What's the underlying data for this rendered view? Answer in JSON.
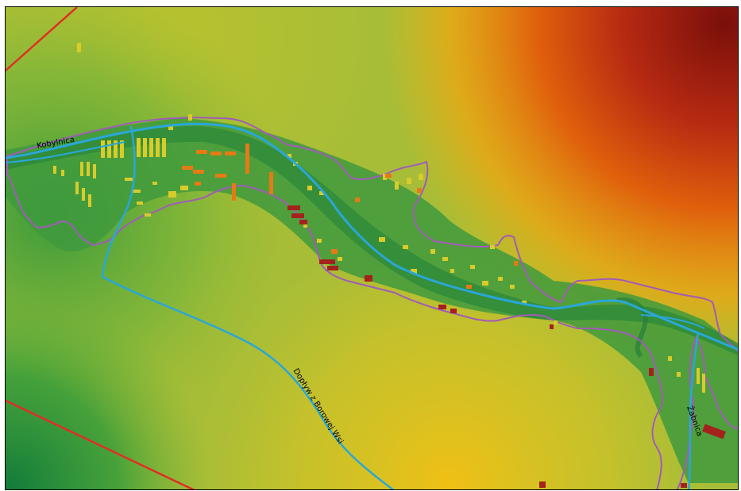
{
  "labels": {
    "kobylnica": "Kobylnica",
    "zabnica": "Żabnica",
    "doplyw": "Dopływ z Borowej Wsi"
  },
  "colors": {
    "river": "#29a7d9",
    "boundary": "#a25bb8",
    "admin_line": "#e12d24",
    "low_elevation": "#1e8a3a",
    "mid_elevation": "#d6c72c",
    "high_elevation": "#e36c0a",
    "peak_elevation": "#7d0f0a"
  }
}
